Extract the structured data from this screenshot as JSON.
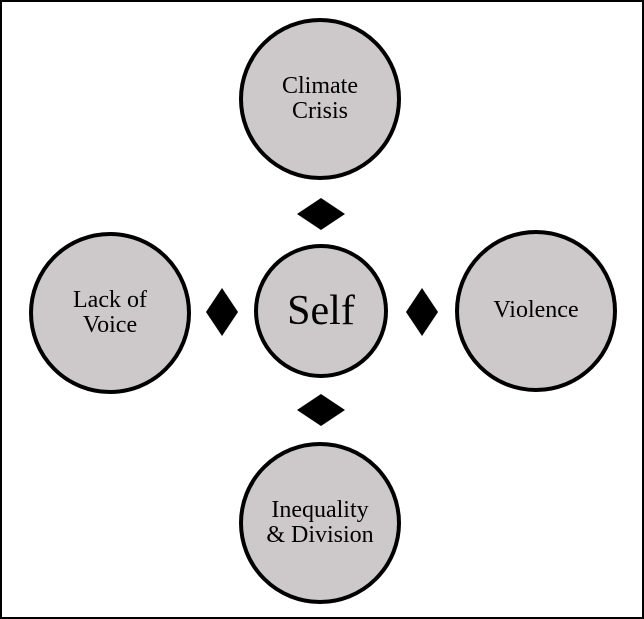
{
  "diagram": {
    "center": {
      "label": "Self"
    },
    "nodes": {
      "top": {
        "label": "Climate\nCrisis"
      },
      "left": {
        "label": "Lack of\nVoice"
      },
      "right": {
        "label": "Violence"
      },
      "bottom": {
        "label_line1": "Inequality",
        "label_line2": "& Division"
      }
    },
    "colors": {
      "node_fill": "#cdc9ca",
      "border": "#000000",
      "connector": "#000000"
    }
  }
}
